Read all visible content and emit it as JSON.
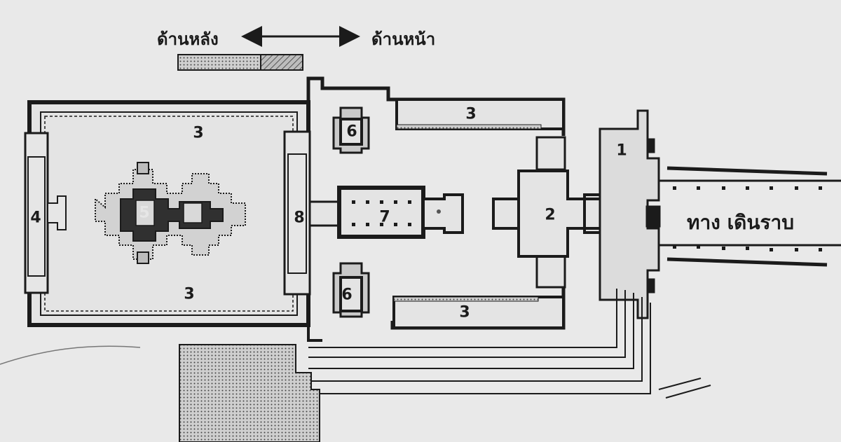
{
  "orientation": {
    "back_label": "ด้านหลัง",
    "front_label": "ด้านหน้า"
  },
  "walkway_label": "ทาง เดินราบ",
  "numbers": {
    "n1": "1",
    "n2": "2",
    "n3_top_left": "3",
    "n3_bottom_left": "3",
    "n3_top_right": "3",
    "n3_bottom_right": "3",
    "n4": "4",
    "n5": "5",
    "n6_top": "6",
    "n6_bottom": "6",
    "n7": "7",
    "n8": "8"
  },
  "colors": {
    "paper": "#e9e9e9",
    "ink": "#1b1b1b",
    "wall_fill": "#d6d6d6",
    "hatch": "#555555"
  }
}
